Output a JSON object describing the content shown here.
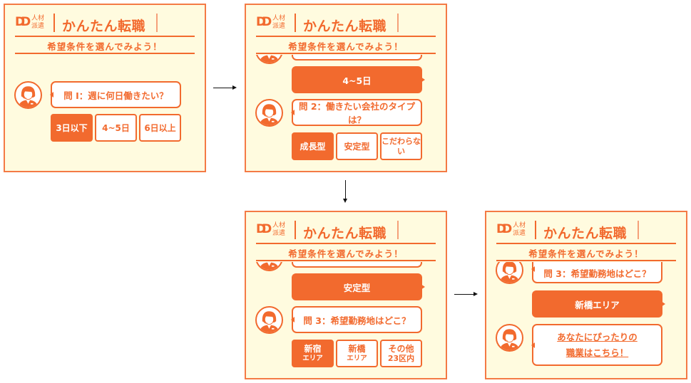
{
  "brand": {
    "logo": "DD",
    "sub_line1": "人材",
    "sub_line2": "派遣",
    "title": "かんたん転職",
    "subtitle": "希望条件を選んでみよう！"
  },
  "colors": {
    "accent": "#f26a2e",
    "background": "#fffbdf"
  },
  "screens": [
    {
      "question": "問 I：週に何日働きたい？",
      "options": [
        {
          "label": "3日以下",
          "selected": true
        },
        {
          "label": "4~5日"
        },
        {
          "label": "6日以上"
        }
      ]
    },
    {
      "answer": "4~5日",
      "question": "問 2：働きたい会社のタイプは？",
      "options": [
        {
          "label": "成長型",
          "selected": true
        },
        {
          "label": "安定型"
        },
        {
          "label": "こだわらない"
        }
      ]
    },
    {
      "answer": "安定型",
      "question": "問 3：希望勤務地はどこ？",
      "options": [
        {
          "label": "新宿",
          "sub": "エリア",
          "selected": true
        },
        {
          "label": "新橋",
          "sub": "エリア"
        },
        {
          "label": "その他",
          "sub": "23区内"
        }
      ]
    },
    {
      "prev_question": "問 3：希望勤務地はどこ？",
      "answer": "新橋エリア",
      "result_line1": "あなたにぴったりの",
      "result_line2": "職業はこちら！"
    }
  ],
  "icons": {
    "avatar": "operator-woman-icon",
    "flow": "arrow-icon"
  }
}
